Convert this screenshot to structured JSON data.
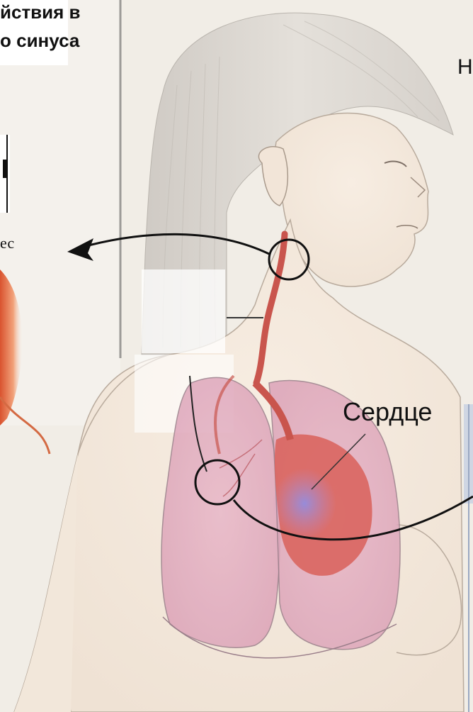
{
  "title": {
    "line1": "йствия в",
    "line2": "о синуса"
  },
  "right_edge_label": "Н",
  "axis_unit": "ес",
  "labels": {
    "heart": "Сердце"
  }
}
